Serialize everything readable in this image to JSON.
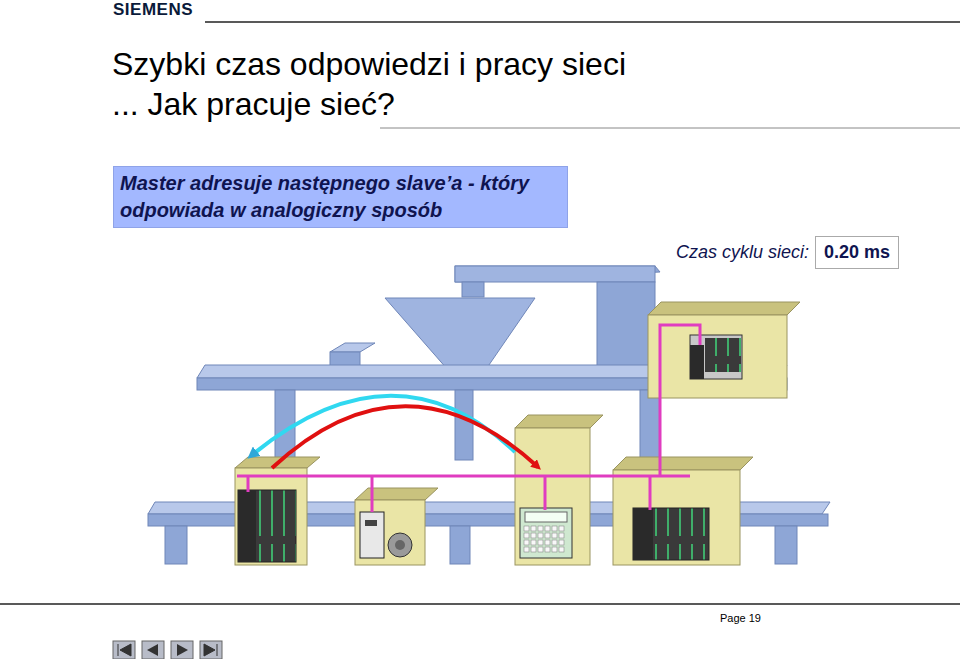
{
  "diagram": {
    "title": "Szybki czas odpowiedzi i pracy sieci ... Jak pracuje sieć?",
    "nodes": [
      {
        "text": [
          "Master adresuje następnego slave’a - który odpowiada w analogiczny sposób"
        ]
      },
      {
        "text": [
          "Czas cyklu sieci:",
          "0.20 ms"
        ]
      }
    ],
    "labels": [
      "SIEMENS",
      "Page 19"
    ]
  }
}
